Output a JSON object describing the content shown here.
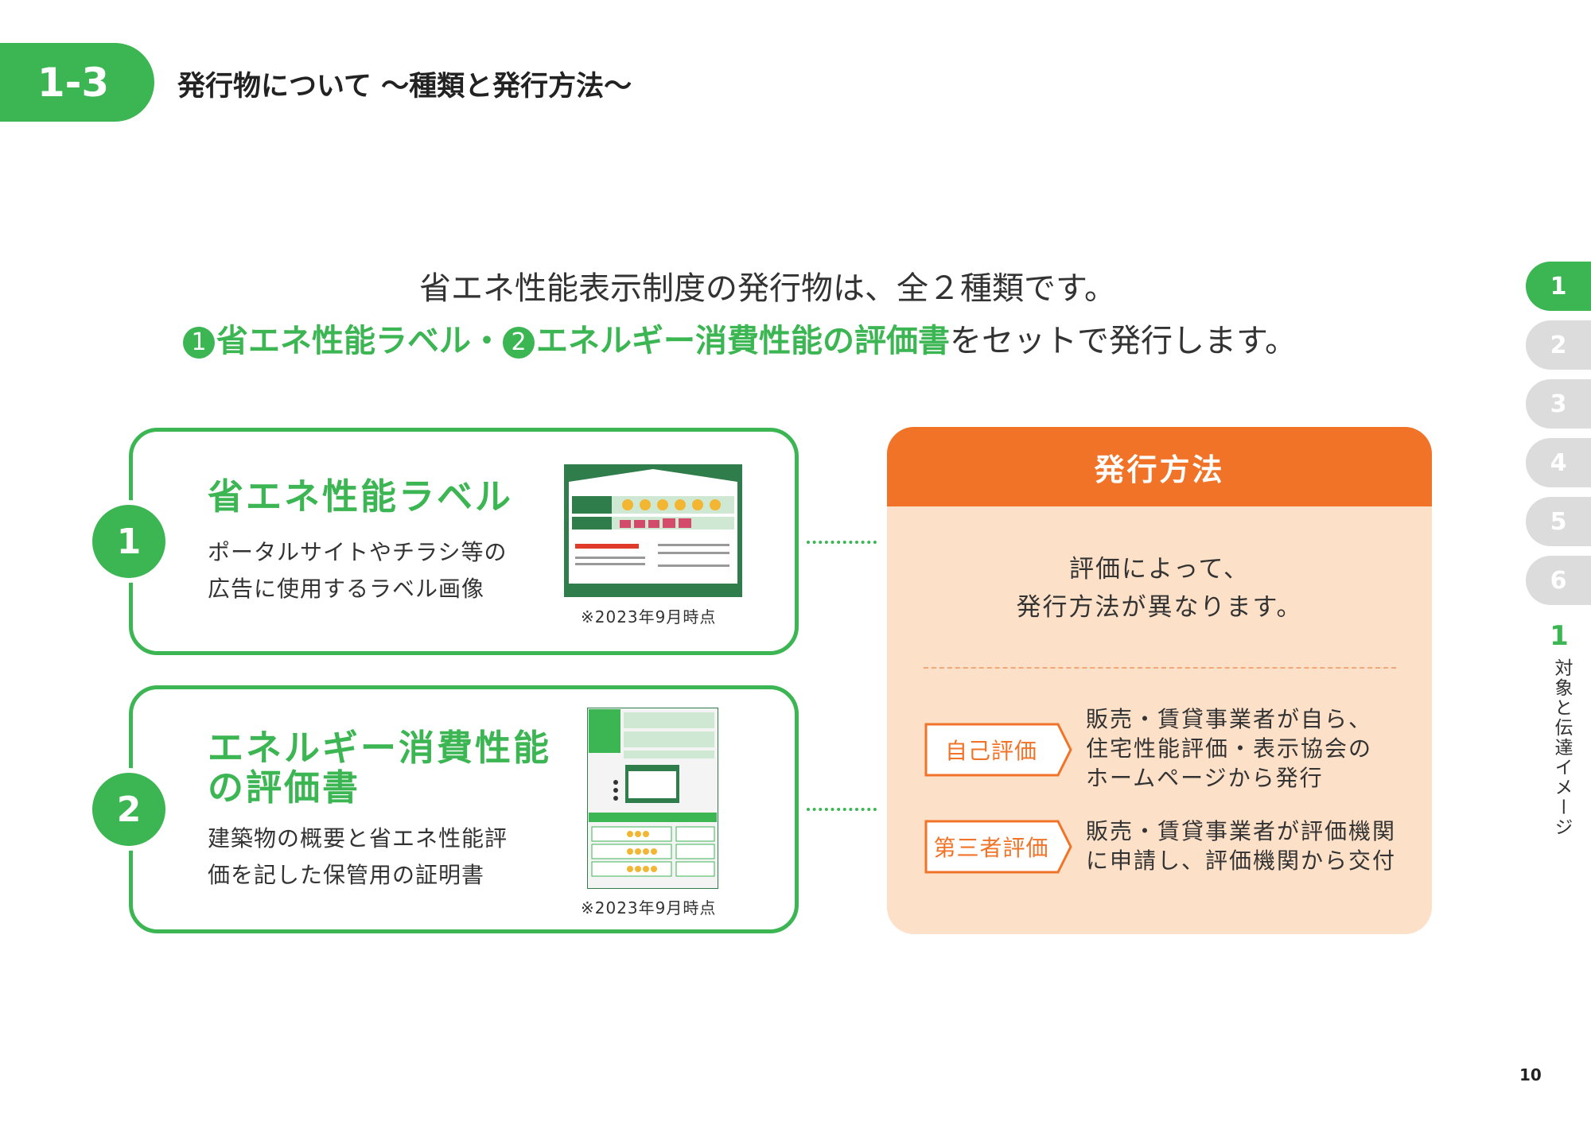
{
  "header": {
    "section_number": "1-3",
    "title": "発行物について ～種類と発行方法～"
  },
  "intro": {
    "line1": "省エネ性能表示制度の発行物は、全２種類です。",
    "line2_num1": "1",
    "line2_item1": "省エネ性能ラベル",
    "line2_sep": "・",
    "line2_num2": "2",
    "line2_item2": "エネルギー消費性能の評価書",
    "line2_rest": "をセットで発行します。"
  },
  "cards": [
    {
      "number": "1",
      "title_lines": [
        "省エネ性能ラベル"
      ],
      "body_lines": [
        "ポータルサイトやチラシ等の",
        "広告に使用するラベル画像"
      ],
      "caption": "※2023年9月時点",
      "image": "energy-label-image"
    },
    {
      "number": "2",
      "title_lines": [
        "エネルギー消費性能",
        "の評価書"
      ],
      "body_lines": [
        "建築物の概要と省エネ性能評",
        "価を記した保管用の証明書"
      ],
      "caption": "※2023年9月時点",
      "image": "evaluation-report-image"
    }
  ],
  "panel": {
    "title": "発行方法",
    "intro_lines": [
      "評価によって、",
      "発行方法が異なります。"
    ],
    "methods": [
      {
        "tag": "自己評価",
        "lines": [
          "販売・賃貸事業者が自ら、",
          "住宅性能評価・表示協会の",
          "ホームページから発行"
        ]
      },
      {
        "tag": "第三者評価",
        "lines": [
          "販売・賃貸事業者が評価機関",
          "に申請し、評価機関から交付"
        ]
      }
    ]
  },
  "side_nav": {
    "tabs": [
      "1",
      "2",
      "3",
      "4",
      "5",
      "6"
    ],
    "active": "1",
    "chapter_number": "1",
    "chapter_label": "対象と伝達イメージ"
  },
  "page_number": "10",
  "colors": {
    "green": "#3cb553",
    "orange": "#f07328",
    "peach": "#fde0c8",
    "inactive_tab": "#dcdcdc"
  }
}
